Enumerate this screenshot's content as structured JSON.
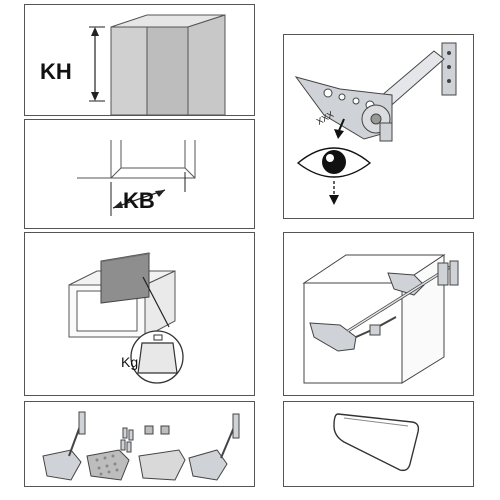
{
  "panels": {
    "cabinet_height": {
      "label": "KH"
    },
    "cabinet_width": {
      "label": "KB"
    },
    "door_weight": {
      "weight_label": "Kg"
    },
    "adjust_arm": {
      "mark": "XXX"
    },
    "mounted_cabinet": {},
    "kit_parts": {},
    "cover_cap": {}
  },
  "colors": {
    "outline": "#555555",
    "panel_fill": "#d9d9d9",
    "panel_dark": "#bdbdbd",
    "metal": "#cfd3d8",
    "door": "#8e8e8e"
  }
}
